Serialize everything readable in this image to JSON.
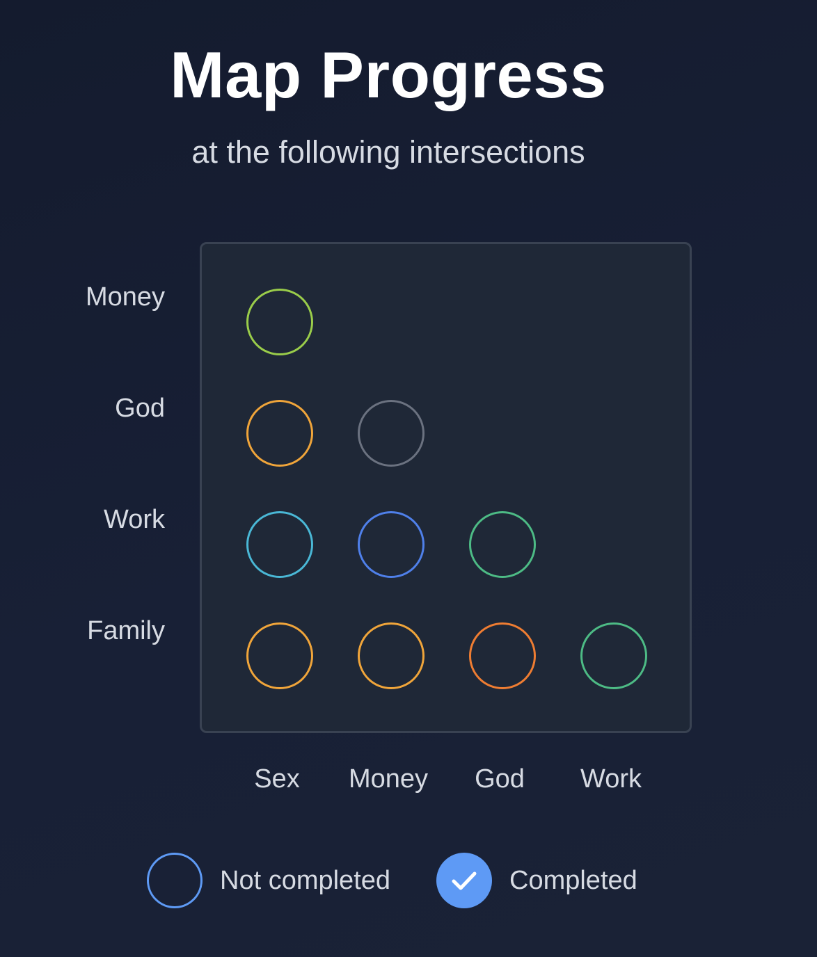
{
  "header": {
    "title": "Map Progress",
    "subtitle": "at the following intersections"
  },
  "grid": {
    "rows": [
      "Money",
      "God",
      "Work",
      "Family"
    ],
    "columns": [
      "Sex",
      "Money",
      "God",
      "Work"
    ],
    "cells": [
      {
        "row": "Money",
        "column": "Sex",
        "color": "#9acd4a",
        "completed": false
      },
      {
        "row": "God",
        "column": "Sex",
        "color": "#f0a53a",
        "completed": false
      },
      {
        "row": "God",
        "column": "Money",
        "color": "#6b7280",
        "completed": false
      },
      {
        "row": "Work",
        "column": "Sex",
        "color": "#4ab8d6",
        "completed": false
      },
      {
        "row": "Work",
        "column": "Money",
        "color": "#4f80ea",
        "completed": false
      },
      {
        "row": "Work",
        "column": "God",
        "color": "#4dbb85",
        "completed": false
      },
      {
        "row": "Family",
        "column": "Sex",
        "color": "#f0a53a",
        "completed": false
      },
      {
        "row": "Family",
        "column": "Money",
        "color": "#f0a53a",
        "completed": false
      },
      {
        "row": "Family",
        "column": "God",
        "color": "#ef7d32",
        "completed": false
      },
      {
        "row": "Family",
        "column": "Work",
        "color": "#4dbb85",
        "completed": false
      }
    ]
  },
  "legend": {
    "not_completed_label": "Not completed",
    "completed_label": "Completed",
    "accent_color": "#5e9af5",
    "completed_icon": "check-icon"
  }
}
